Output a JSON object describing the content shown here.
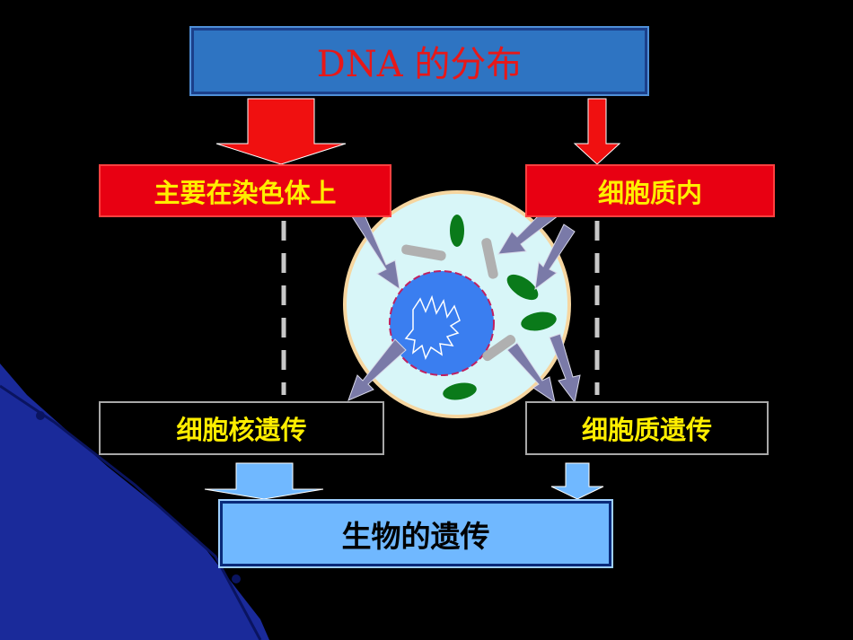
{
  "diagram": {
    "title": "DNA 的分布",
    "chromosome_label": "主要在染色体上",
    "cytoplasm_label": "细胞质内",
    "nuclear_inheritance_label": "细胞核遗传",
    "cytoplasmic_inheritance_label": "细胞质遗传",
    "biological_inheritance_label": "生物的遗传"
  },
  "colors": {
    "background": "#000000",
    "title_fill": "#2e74c2",
    "title_text": "#e81818",
    "red_box": "#e80012",
    "yellow_text": "#ffee00",
    "red_arrow": "#f01010",
    "cell_fill": "#d8f6f8",
    "cell_border": "#f6d6a0",
    "nucleus_fill": "#3a7ef0",
    "nucleus_border": "#c02060",
    "mitochondria": "#0a7a1a",
    "organelle_gray": "#b0b0b0",
    "purple_arrow": "#7a7aa8",
    "light_blue_arrow": "#70b8ff",
    "bottom_box_fill": "#70b8ff",
    "corner_decoration": "#1a2a9a"
  },
  "icons": [
    "red-down-arrow",
    "purple-arrow",
    "light-blue-down-arrow",
    "cell-illustration",
    "nucleus",
    "chromatin",
    "mitochondrion",
    "organelle-rod"
  ]
}
